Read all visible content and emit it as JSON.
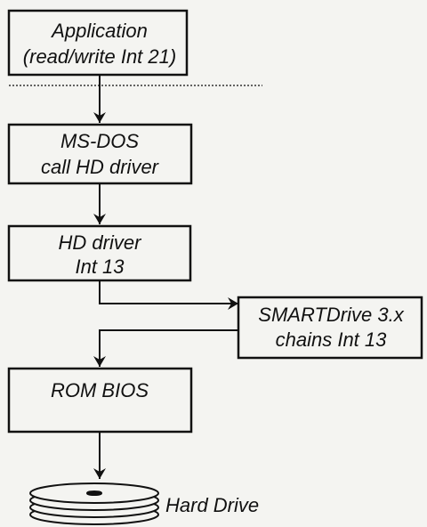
{
  "boxes": {
    "application": {
      "line1": "Application",
      "line2": "(read/write Int 21)"
    },
    "msdos": {
      "line1": "MS-DOS",
      "line2": "call HD driver"
    },
    "hd_driver": {
      "line1": "HD driver",
      "line2": "Int 13"
    },
    "smartdrive": {
      "line1": "SMARTDrive 3.x",
      "line2": "chains Int 13"
    },
    "rom_bios": {
      "line1": "ROM BIOS"
    }
  },
  "hard_drive": {
    "label": "Hard Drive"
  }
}
